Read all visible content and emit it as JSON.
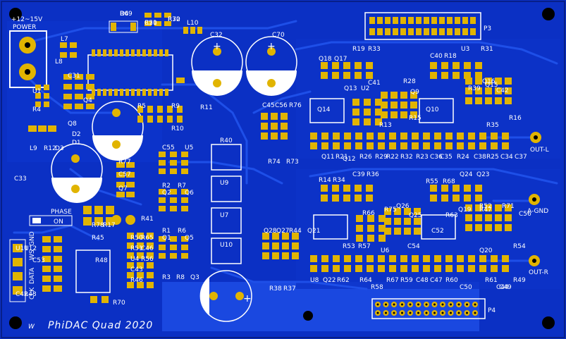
{
  "colors": {
    "board": "#0a2fbe",
    "board_dark": "#071f8a",
    "pad": "#e1b400",
    "pad_edge": "#b58a00",
    "silk": "#ffffff",
    "hole": "#000000",
    "copper_pour": "#163fd6"
  },
  "board": {
    "title": "PhiDAC Quad 2020",
    "logo": "W"
  },
  "labels": {
    "power_a": "+12~15V",
    "power_b": "POWER",
    "phase": "PHASE",
    "switch_on": "ON",
    "p3": "P3",
    "p4": "P4",
    "out_l": "OUT-L",
    "out_r": "OUT-R",
    "a_gnd": "A-GND",
    "input_pins": [
      "CLK",
      "DATA",
      "WS",
      "GND"
    ]
  },
  "designators": [
    "D4",
    "R20",
    "R30",
    "L10",
    "C32",
    "C70",
    "L7",
    "L8",
    "C31",
    "U1",
    "R4",
    "Q4",
    "Q8",
    "R5",
    "R9",
    "R11",
    "R10",
    "L9",
    "R12",
    "D3",
    "D2",
    "D1",
    "C33",
    "C55",
    "U5",
    "R2",
    "R7",
    "Q2",
    "Q6",
    "R1",
    "R6",
    "Q1",
    "Q5",
    "R3",
    "R8",
    "Q3",
    "Q7",
    "C57",
    "R77",
    "R78",
    "R17",
    "R45",
    "R41",
    "R40",
    "U9",
    "U7",
    "U10",
    "U11",
    "U12",
    "C42",
    "R43",
    "C53",
    "R70",
    "R48",
    "R50",
    "R51",
    "U4",
    "C43",
    "R46",
    "R65",
    "C46",
    "R56",
    "C45",
    "C56",
    "R76",
    "R74",
    "R73",
    "Q28",
    "Q27",
    "R44",
    "R38",
    "R37",
    "Q18",
    "Q17",
    "R19",
    "R33",
    "Q14",
    "Q13",
    "U2",
    "C41",
    "R28",
    "Q9",
    "R13",
    "R15",
    "Q10",
    "C40",
    "R18",
    "U3",
    "R31",
    "R39",
    "Q16",
    "Q15",
    "C42",
    "R35",
    "R16",
    "Q11",
    "R21",
    "Q12",
    "R26",
    "R29",
    "R22",
    "R32",
    "R23",
    "C36",
    "C35",
    "R24",
    "C38",
    "R25",
    "C34",
    "C37",
    "R14",
    "R34",
    "C39",
    "R36",
    "R55",
    "R68",
    "Q24",
    "Q23",
    "R66",
    "R75",
    "Q26",
    "Q25",
    "R63",
    "Q19",
    "R47",
    "R52",
    "R71",
    "C56",
    "Q21",
    "R53",
    "R57",
    "U6",
    "C54",
    "C52",
    "Q20",
    "R54",
    "U8",
    "Q22",
    "R62",
    "R64",
    "R58",
    "R67",
    "R59",
    "C48",
    "C47",
    "R60",
    "C50",
    "R61",
    "C44",
    "C49",
    "R49",
    "R69",
    "C51",
    "R72"
  ]
}
